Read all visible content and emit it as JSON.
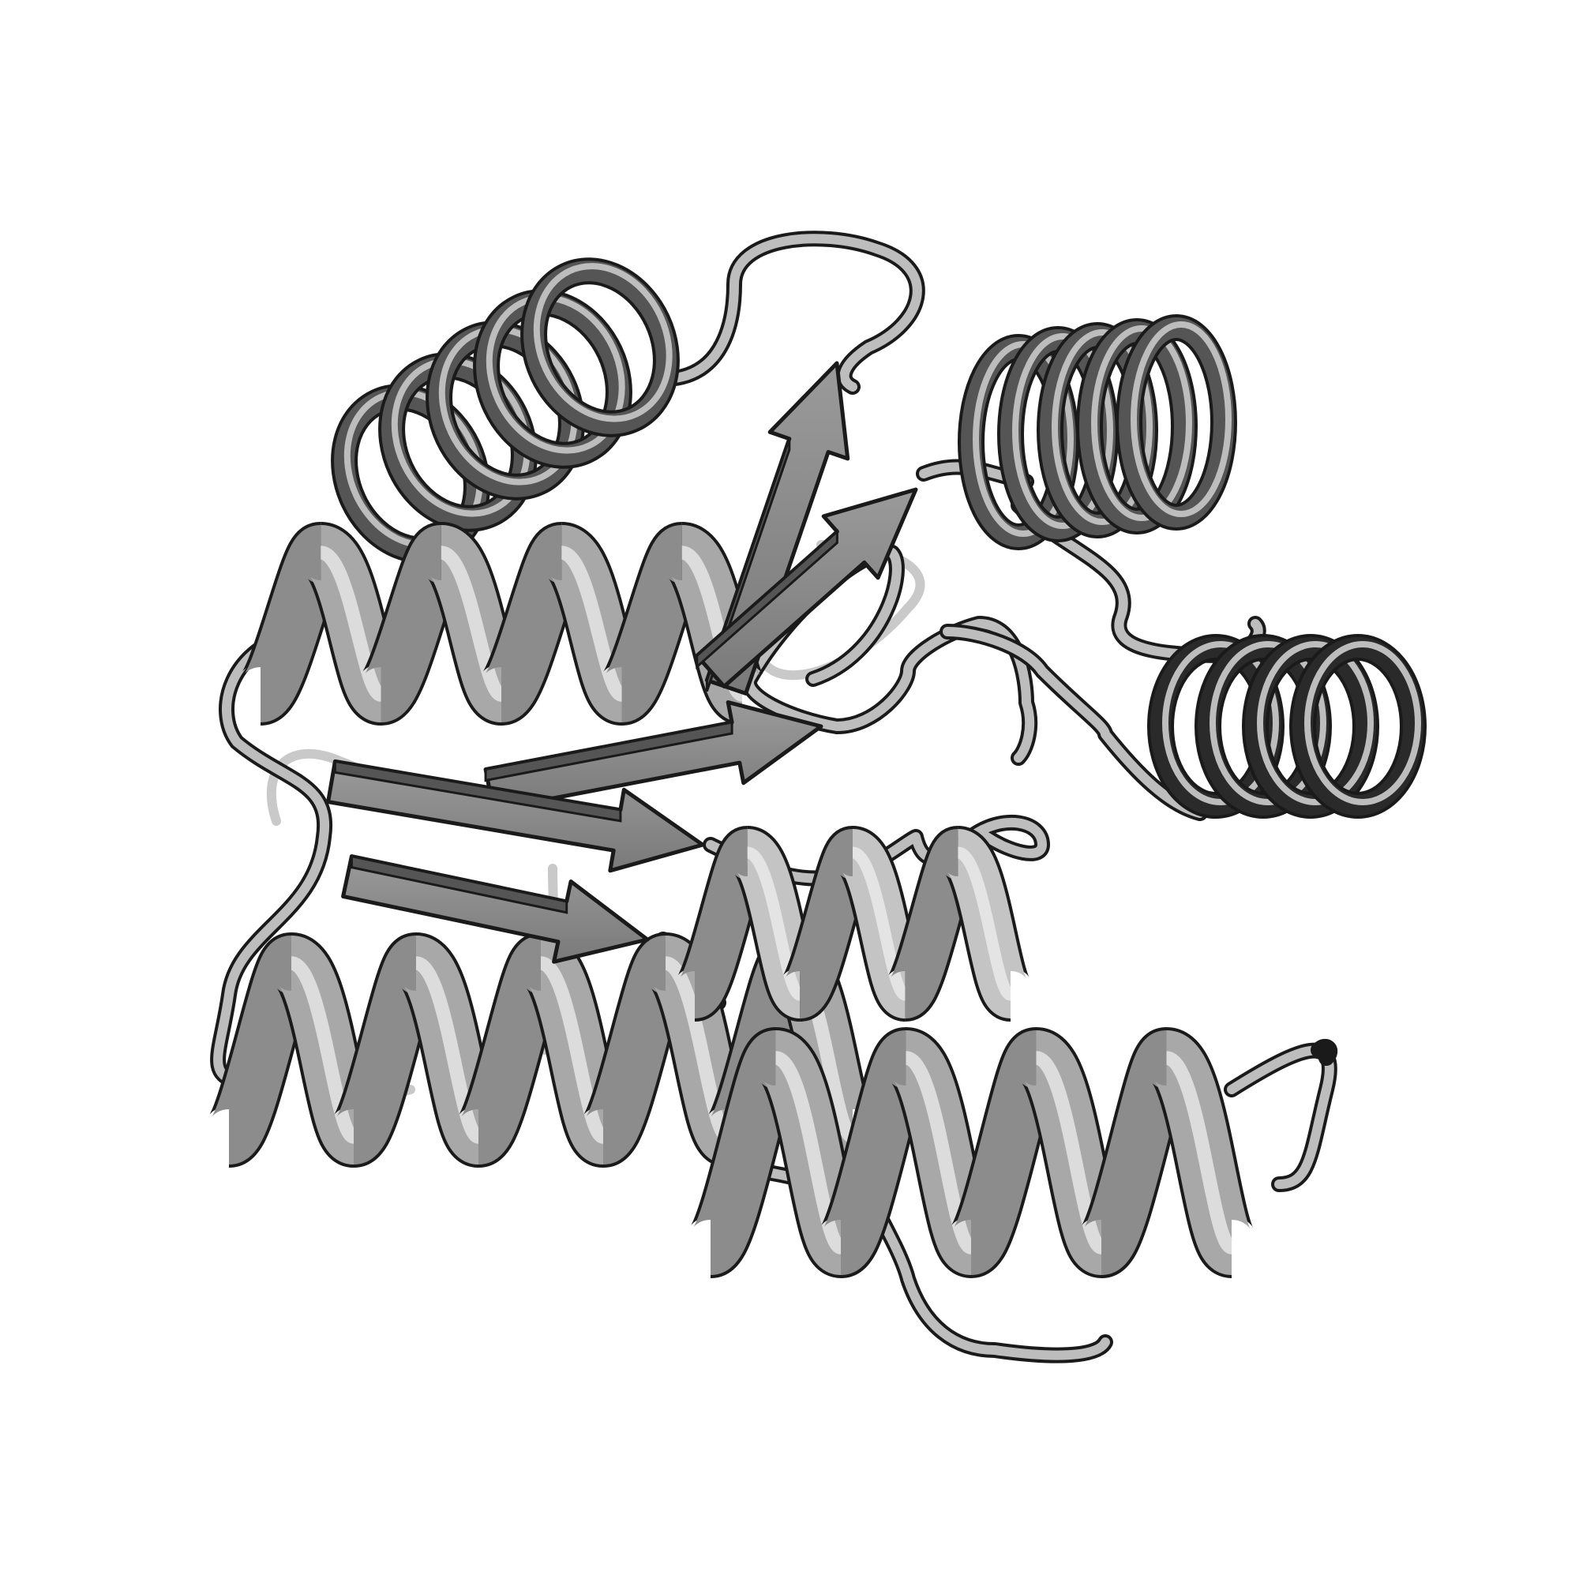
{
  "image": {
    "subject": "protein-cartoon-ribbon",
    "style": "grayscale-outlined",
    "background": "#ffffff",
    "colors": {
      "outline": "#1a1a1a",
      "dark": "#555555",
      "mid": "#8c8c8c",
      "light": "#a8a8a8",
      "pale": "#c4c4c4",
      "inner": "#2a2a2a",
      "highlight": "#f2f2f2"
    },
    "elements": {
      "helices": 7,
      "strands": 5
    }
  }
}
